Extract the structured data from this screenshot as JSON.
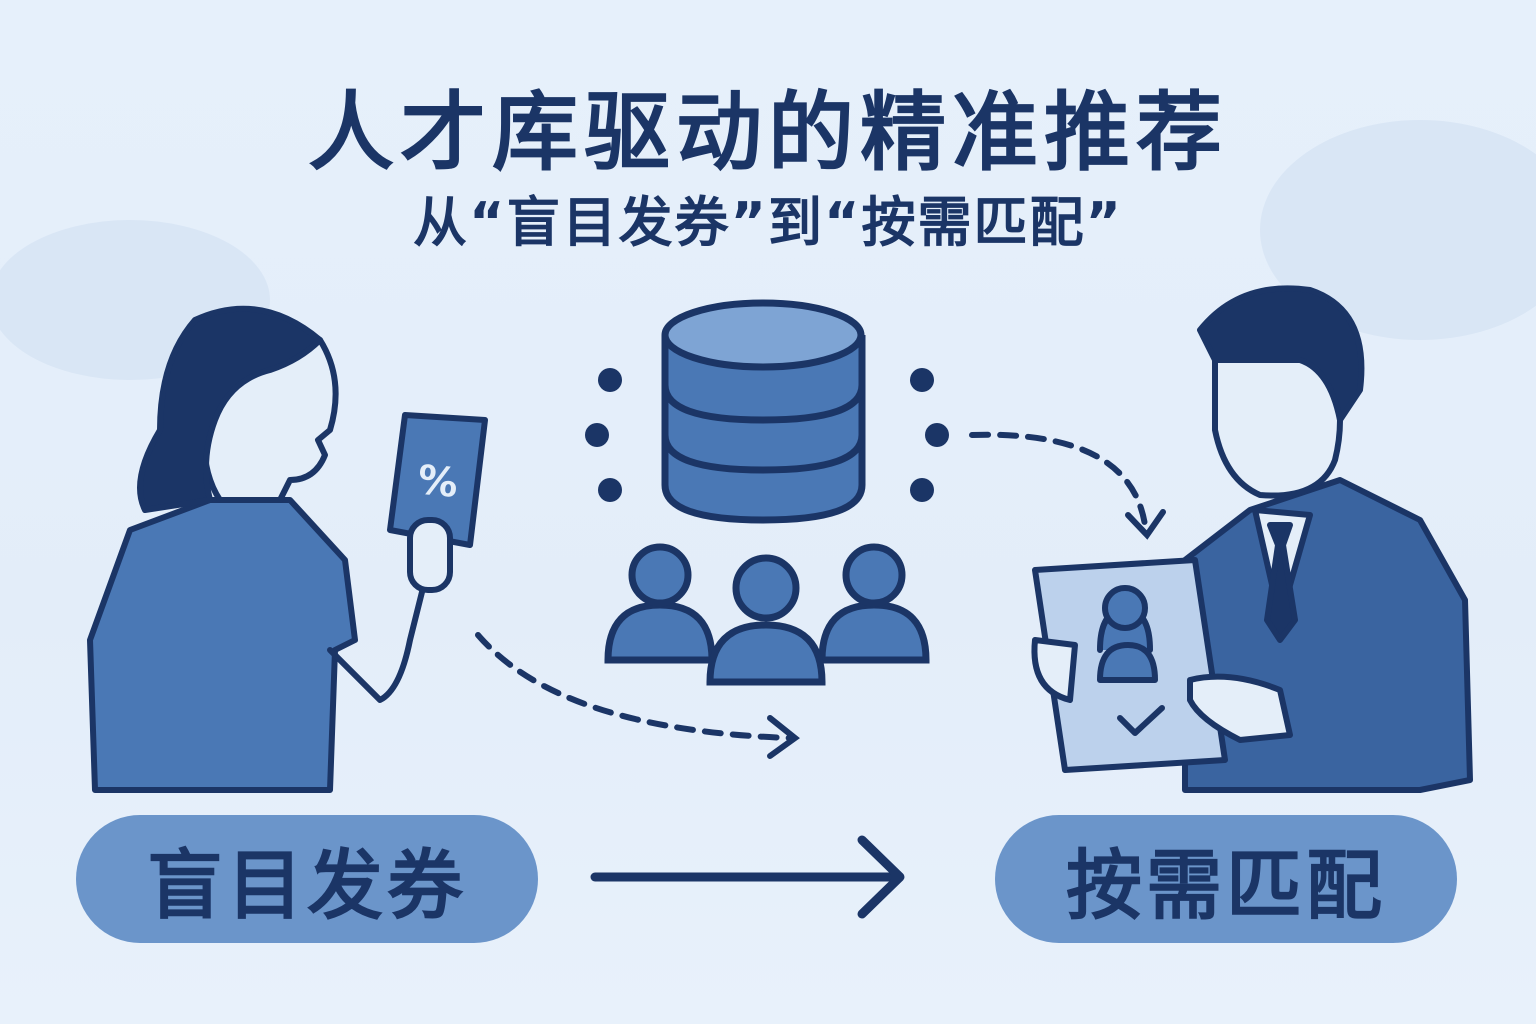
{
  "title": "人才库驱动的精准推荐",
  "subtitle": "从“盲目发券”到“按需匹配”",
  "left_label": "盲目发券",
  "right_label": "按需匹配",
  "coupon_symbol": "%",
  "colors": {
    "navy": "#1b3566",
    "mid": "#4a78b5",
    "pill": "#6b95ca",
    "background": "#e4eef9"
  }
}
